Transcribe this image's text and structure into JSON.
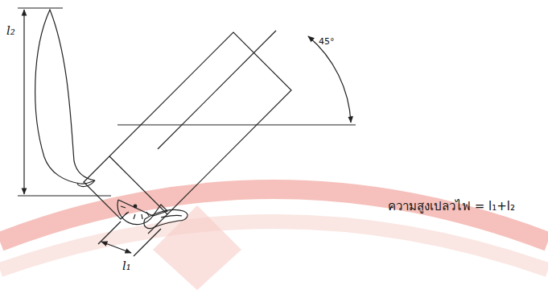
{
  "diagram": {
    "labels": [
      "l₂",
      "l₁",
      "45°",
      "ความสูงเปลวไฟ = l₁+l₂"
    ]
  }
}
